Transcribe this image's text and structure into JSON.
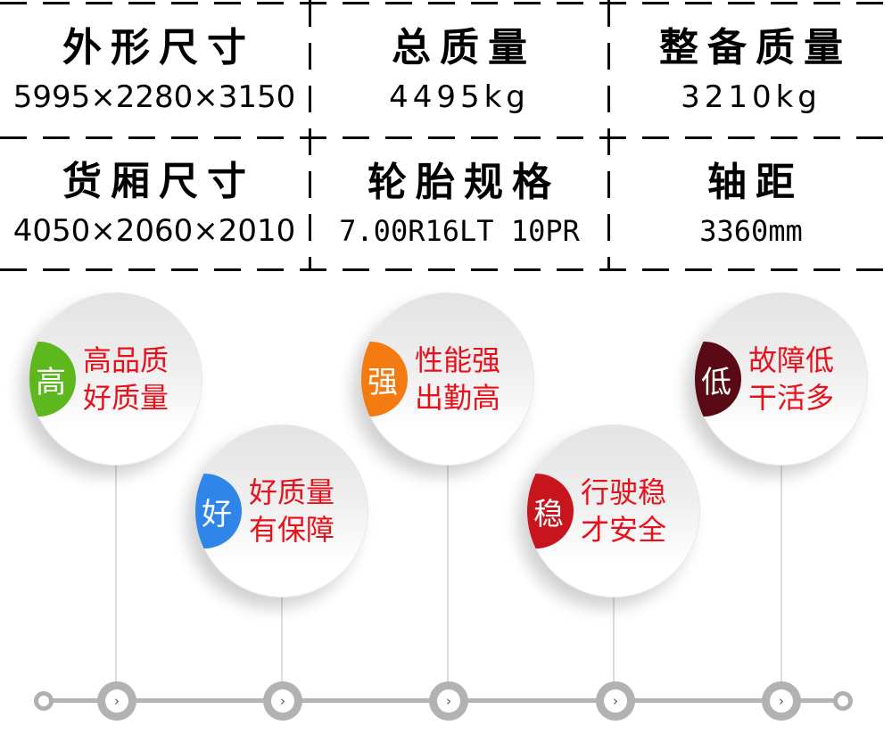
{
  "specs": {
    "row1": [
      {
        "label": "外形尺寸",
        "value": "5995×2280×3150"
      },
      {
        "label": "总质量",
        "value": "4495kg"
      },
      {
        "label": "整备质量",
        "value": "3210kg"
      }
    ],
    "row2": [
      {
        "label": "货厢尺寸",
        "value": "4050×2060×2010"
      },
      {
        "label": "轮胎规格",
        "value": "7.00R16LT 10PR"
      },
      {
        "label": "轴距",
        "value": "3360mm"
      }
    ]
  },
  "features": [
    {
      "badge": "高",
      "badge_color": "#5cb81c",
      "line1": "高品质",
      "line2": "好质量"
    },
    {
      "badge": "好",
      "badge_color": "#2f86e8",
      "line1": "好质量",
      "line2": "有保障"
    },
    {
      "badge": "强",
      "badge_color": "#f47a12",
      "line1": "性能强",
      "line2": "出勤高"
    },
    {
      "badge": "稳",
      "badge_color": "#c8141c",
      "line1": "行驶稳",
      "line2": "才安全"
    },
    {
      "badge": "低",
      "badge_color": "#5a0a14",
      "line1": "故障低",
      "line2": "干活多"
    }
  ],
  "colors": {
    "feature_text": "#e8101a",
    "timeline": "#b4b4b4"
  },
  "timeline": {
    "node_icon": "chevron-right-icon",
    "node_glyph": "›"
  }
}
